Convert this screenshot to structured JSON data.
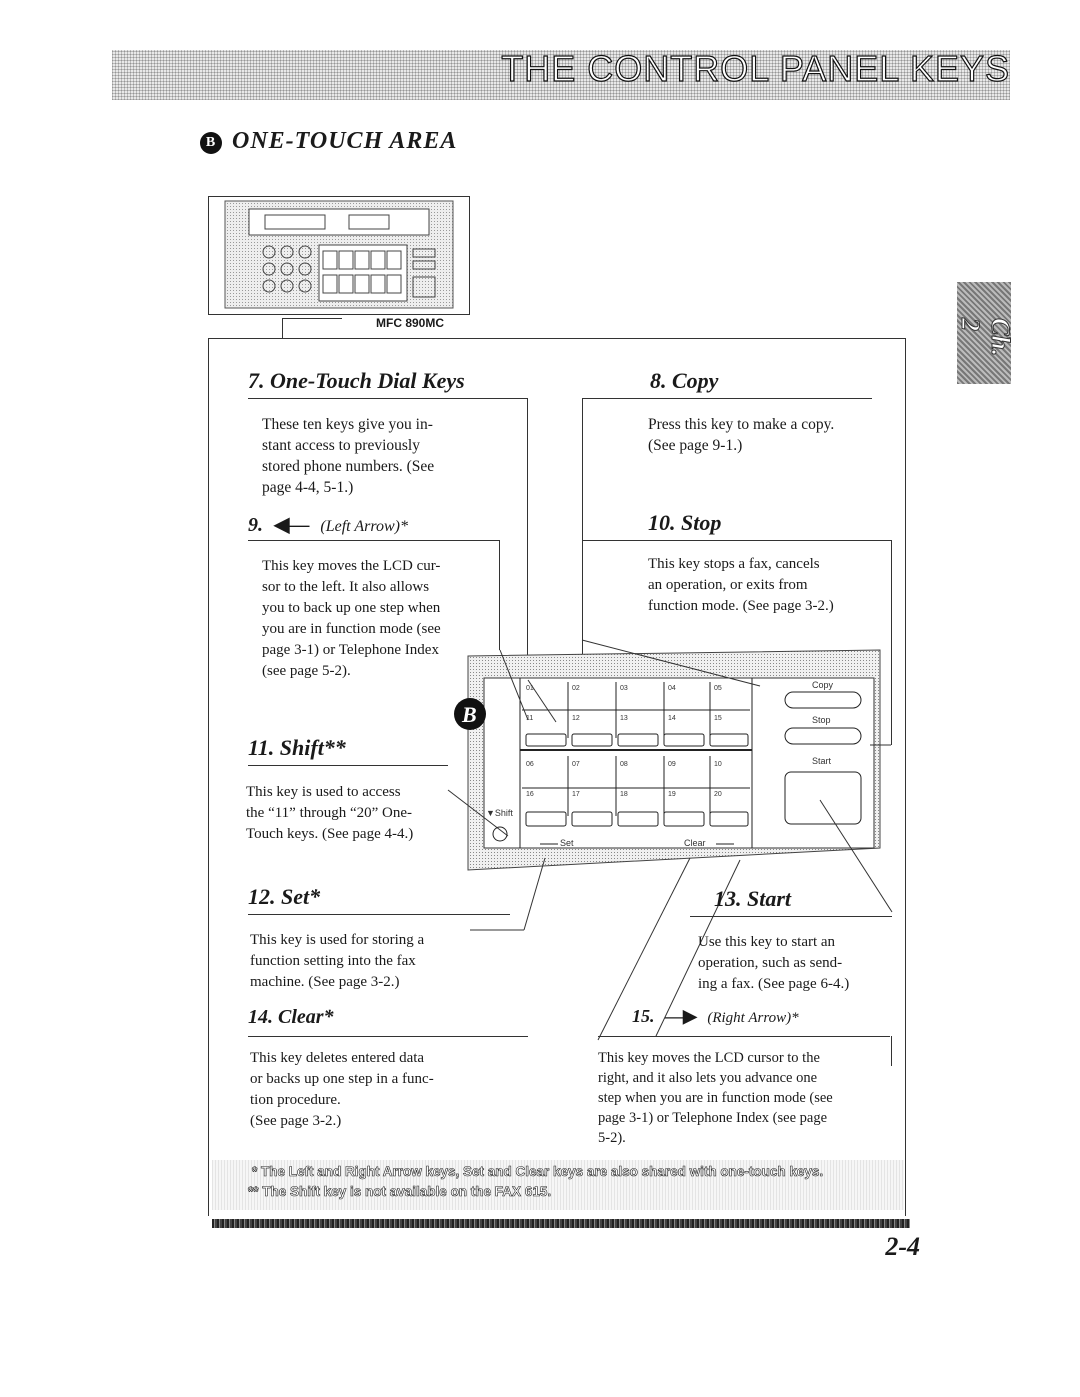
{
  "header": {
    "title": "THE CONTROL PANEL KEYS"
  },
  "section": {
    "badge": "B",
    "title": "ONE-TOUCH AREA"
  },
  "side_tab": {
    "label": "Ch. 2"
  },
  "device": {
    "model_label": "MFC 890MC",
    "panel_badge": "B",
    "top_row_1": [
      "01",
      "02",
      "03",
      "04",
      "05"
    ],
    "top_row_2": [
      "11",
      "12",
      "13",
      "14",
      "15"
    ],
    "bottom_row_1": [
      "06",
      "07",
      "08",
      "09",
      "10"
    ],
    "bottom_row_2": [
      "16",
      "17",
      "18",
      "19",
      "20"
    ],
    "copy_label": "Copy",
    "stop_label": "Stop",
    "start_label": "Start",
    "shift_label": "▼Shift",
    "set_label": "Set",
    "clear_label": "Clear"
  },
  "items": {
    "one_touch": {
      "title": "7. One-Touch Dial Keys",
      "lines": [
        "These ten keys give you in-",
        "stant access to previously",
        "stored phone numbers. (See",
        "page 4-4, 5-1.)"
      ]
    },
    "copy": {
      "title": "8. Copy",
      "lines": [
        "Press this key to make a copy.",
        "(See page 9-1.)"
      ]
    },
    "left_arrow": {
      "num": "9.",
      "title": "(Left Arrow)*",
      "lines": [
        "This key moves the LCD cur-",
        "sor to the left. It also allows",
        "you to back up one step when",
        "you are in function mode (see",
        "page 3-1) or Telephone Index",
        "(see page 5-2)."
      ]
    },
    "stop": {
      "title": "10. Stop",
      "lines": [
        "This key stops a fax, cancels",
        "an operation, or exits from",
        "function mode. (See page 3-2.)"
      ]
    },
    "shift": {
      "title": "11. Shift**",
      "lines": [
        "This key is used to access",
        "the “11” through “20” One-",
        "Touch keys. (See page 4-4.)"
      ]
    },
    "set": {
      "title": "12. Set*",
      "lines": [
        "This key is used for storing a",
        "function setting into the fax",
        "machine. (See page 3-2.)"
      ]
    },
    "start": {
      "title": "13. Start",
      "lines": [
        "Use this key to start an",
        "operation, such as send-",
        "ing a fax. (See page 6-4.)"
      ]
    },
    "clear": {
      "title": "14. Clear*",
      "lines": [
        "This key deletes entered data",
        "or backs up one step in a func-",
        "tion procedure.",
        "(See page 3-2.)"
      ]
    },
    "right_arrow": {
      "num": "15.",
      "title": "(Right Arrow)*",
      "lines": [
        "This key moves the LCD cursor to the",
        "right, and it also lets you advance one",
        "step when you are in function mode (see",
        "page 3-1) or Telephone Index (see page",
        "5-2)."
      ]
    }
  },
  "notes": {
    "note1": "*  The Left and Right Arrow keys, Set and Clear keys are also shared with one-touch keys.",
    "note2": "** The Shift key is not available on the FAX 615."
  },
  "page_number": "2-4"
}
